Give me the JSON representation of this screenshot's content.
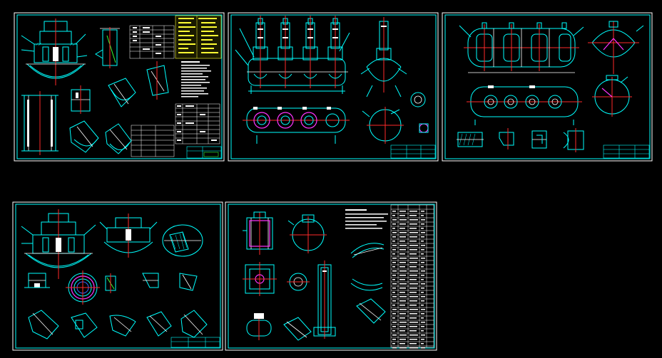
{
  "colors": {
    "background": "#000000",
    "frame": "#ffffff",
    "primary_line": "#00ffff",
    "center_line": "#ff2a2a",
    "highlight": "#ff33ff",
    "table_fill": "#ffff33",
    "detail_green": "#33ff33",
    "detail_blue": "#3366ff"
  },
  "sheets": [
    {
      "id": "sheet-1",
      "content": "head-section-and-nozzle-details"
    },
    {
      "id": "sheet-2",
      "content": "vessel-assembly-four-domes"
    },
    {
      "id": "sheet-3",
      "content": "vessel-shell-elevation-and-plan"
    },
    {
      "id": "sheet-4",
      "content": "head-and-flange-detail-views"
    },
    {
      "id": "sheet-5",
      "content": "part-details-and-bill-of-materials"
    }
  ]
}
